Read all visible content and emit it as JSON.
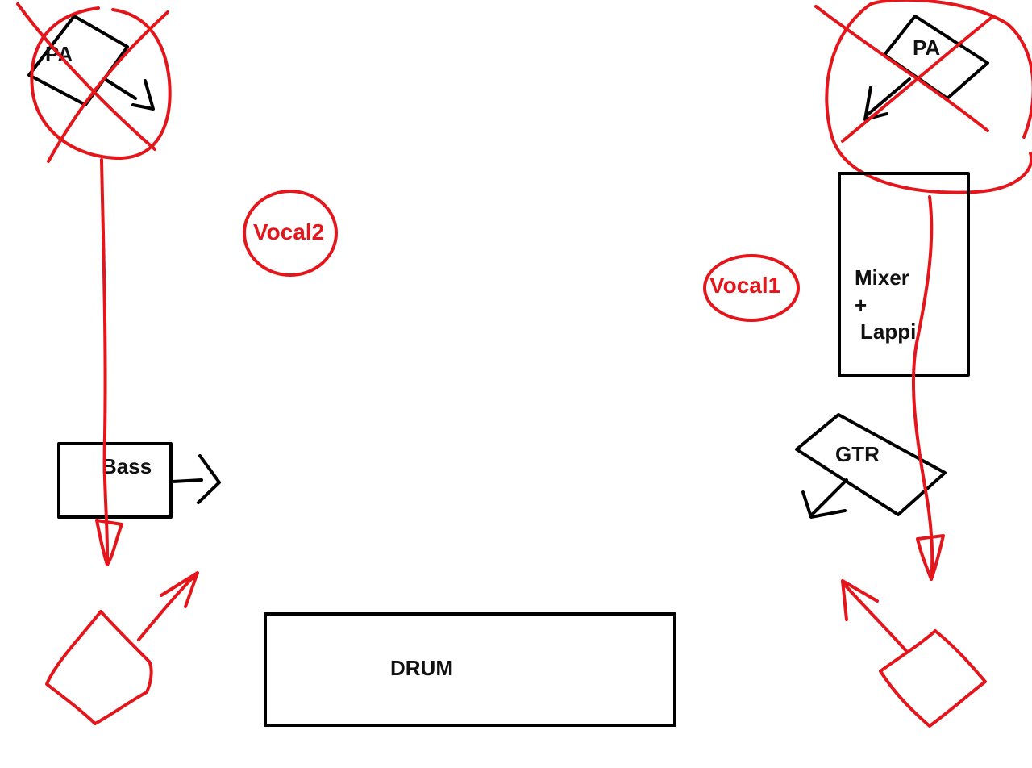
{
  "colors": {
    "ink": "#000000",
    "markup": "#e4161b",
    "background": "#ffffff"
  },
  "labels": {
    "pa_left": "PA",
    "pa_right": "PA",
    "vocal2": "Vocal2",
    "vocal1": "Vocal1",
    "mixer_line1": "Mixer",
    "mixer_line2": "+",
    "mixer_line3": "Lappi",
    "bass": "Bass",
    "gtr": "GTR",
    "drum": "DRUM"
  }
}
